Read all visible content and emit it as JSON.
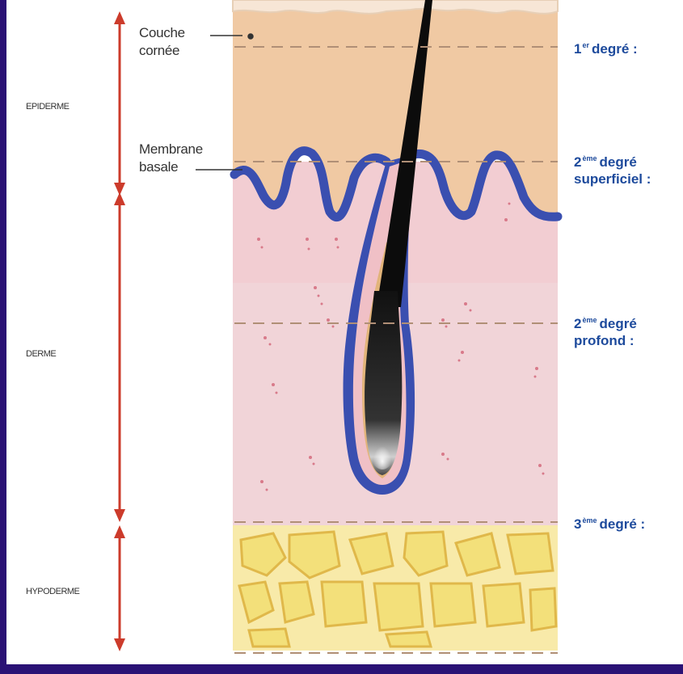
{
  "layers": {
    "epiderme": "EPIDERME",
    "derme": "DERME",
    "hypoderme": "HYPODERME"
  },
  "callouts": {
    "couche_line1": "Couche",
    "couche_line2": "cornée",
    "membrane_line1": "Membrane",
    "membrane_line2": "basale"
  },
  "degrees": {
    "first": {
      "num": "1",
      "sup": "er",
      "text": "degré :"
    },
    "second_sup": {
      "num": "2",
      "sup": "ème",
      "line1": "degré",
      "line2": "superficiel :"
    },
    "second_prof": {
      "num": "2",
      "sup": "ème",
      "line1": "degré",
      "line2": "profond :"
    },
    "third": {
      "num": "3",
      "sup": "ème",
      "text": "degré :"
    }
  },
  "colors": {
    "frame": "#2a1275",
    "epidermis": "#f0c9a3",
    "dermis": "#f1d4d8",
    "hypodermis": "#f8eaa9",
    "basal_membrane": "#3a4fb0",
    "arrow": "#cc3b2b",
    "degree_text": "#1d4a9c"
  }
}
